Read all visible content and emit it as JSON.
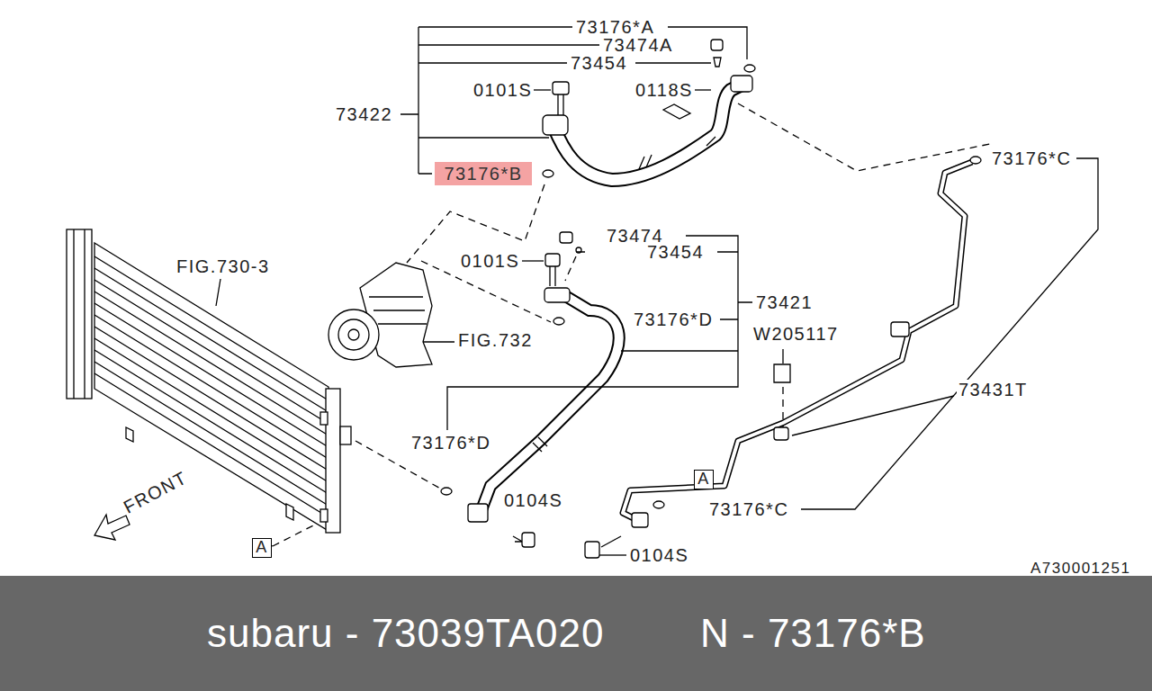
{
  "diagram": {
    "nodes": [
      {
        "text": [
          "73176*B"
        ]
      },
      {
        "text": [
          "A"
        ]
      },
      {
        "text": [
          "A"
        ]
      },
      {
        "text": [
          "subaru - 73039TA020",
          "N - 73176*B"
        ]
      }
    ],
    "labels": [
      "73176*A",
      "73474A",
      "73454",
      "0101S",
      "0118S",
      "73422",
      "73176*C",
      "73474",
      "0101S",
      "73454",
      "FIG.730-3",
      "73421",
      "73176*D",
      "FIG.732",
      "W205117",
      "73431T",
      "73176*D",
      "0104S",
      "73176*C",
      "0104S",
      "FRONT",
      "A730001251"
    ]
  }
}
